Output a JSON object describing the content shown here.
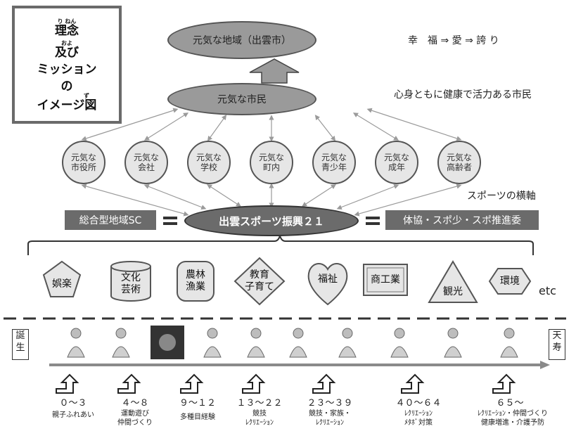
{
  "title_box": {
    "ruby1": "り ねん",
    "line1": "理念",
    "ruby2": "およ",
    "line2": "及び",
    "line3": "ミッション",
    "line4": "の",
    "ruby3": "ず",
    "line5": "イメージ図"
  },
  "top": {
    "region": "元気な地域（出雲市）",
    "citizens": "元気な市民",
    "happiness_chain": "幸　福 ⇒ 愛 ⇒ 誇 り",
    "citizens_desc": "心身ともに健康で活力ある市民"
  },
  "groups": [
    "元気な\n市役所",
    "元気な\n会社",
    "元気な\n学校",
    "元気な\n町内",
    "元気な\n青少年",
    "元気な\n成年",
    "元気な\n高齢者"
  ],
  "sports_axis": "スポーツの横軸",
  "core": {
    "left": "総合型地域SC",
    "center": "出雲スポーツ振興２１",
    "right": "体協・スポ少・スポ推進委"
  },
  "sectors": [
    {
      "label": "娯楽",
      "shape": "pentagon"
    },
    {
      "label": "文化\n芸術",
      "shape": "cylinder"
    },
    {
      "label": "農林\n漁業",
      "shape": "rounded-rect"
    },
    {
      "label": "教育\n子育て",
      "shape": "diamond"
    },
    {
      "label": "福祉",
      "shape": "heart"
    },
    {
      "label": "商工業",
      "shape": "bevel-rect"
    },
    {
      "label": "観光",
      "shape": "triangle"
    },
    {
      "label": "環境",
      "shape": "hexagon"
    }
  ],
  "sectors_etc": "etc",
  "lifeline": {
    "start": "誕\n生",
    "end": "天\n寿"
  },
  "ages": [
    {
      "range": "０～３",
      "desc": "親子ふれあい"
    },
    {
      "range": "４～８",
      "desc": "運動遊び\n仲間づくり"
    },
    {
      "range": "９～１２",
      "desc": "多種目経験"
    },
    {
      "range": "１３～２２",
      "desc": "競技\nﾚｸﾘｴｰｼｮﾝ"
    },
    {
      "range": "２３～３９",
      "desc": "競技・家族・\nﾚｸﾘｴｰｼｮﾝ"
    },
    {
      "range": "４０～６４",
      "desc": "ﾚｸﾘｴｰｼｮﾝ\nﾒﾀﾎﾞ対策"
    },
    {
      "range": "６５～",
      "desc": "ﾚｸﾘｴｰｼｮﾝ・仲間づくり\n健康増進・介護予防"
    }
  ],
  "colors": {
    "ellipse_fill": "#9a9a9a",
    "circle_fill": "#e6e6e6",
    "box_fill": "#6b6b6b",
    "arrow_gray": "#8a8a8a"
  }
}
